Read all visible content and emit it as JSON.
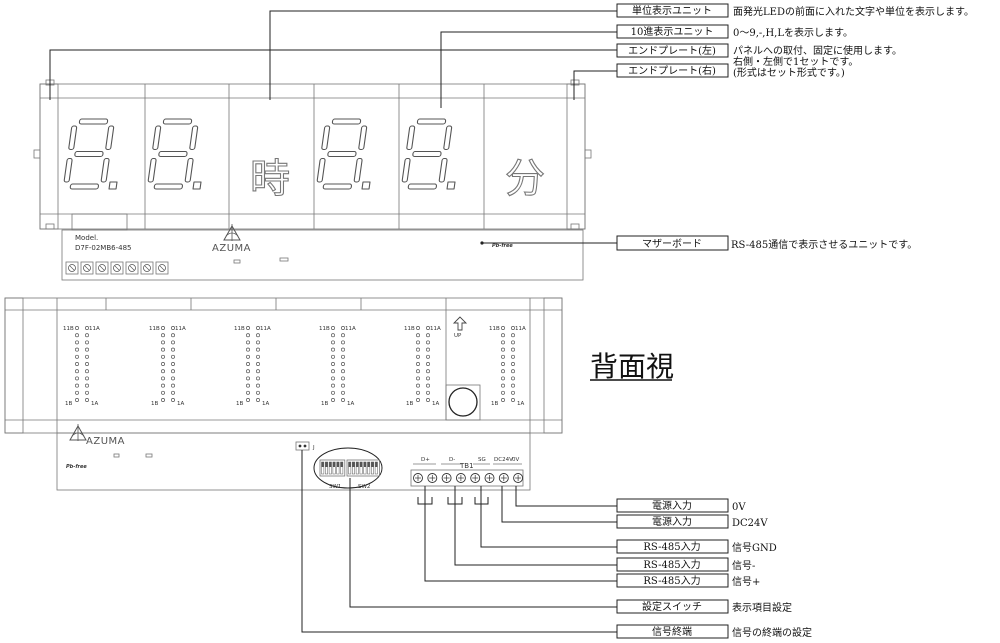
{
  "annotations": {
    "unit_display": {
      "label": "単位表示ユニット",
      "desc": "面発光LEDの前面に入れた文字や単位を表示します。"
    },
    "decimal_display": {
      "label": "10進表示ユニット",
      "desc": "0～9,-,H,Lを表示します。"
    },
    "end_plate_left": {
      "label": "エンドプレート(左)",
      "desc_line1": "パネルへの取付、固定に使用します。",
      "desc_line2": "右側・左側で1セットです。"
    },
    "end_plate_right": {
      "label": "エンドプレート(右)",
      "desc": "(形式はセット形式です。)"
    },
    "motherboard": {
      "label": "マザーボード",
      "desc": "RS-485通信で表示させるユニットです。"
    }
  },
  "front_view": {
    "unit_chars": [
      "時",
      "分"
    ],
    "model_label": "Model.",
    "model_number": "D7F-02MB6-485",
    "logo": "AZUMA",
    "pb_free": "Pb-free"
  },
  "rear_view": {
    "title": "背面視",
    "up_label": "UP",
    "logo": "AZUMA",
    "pb_free": "Pb-free",
    "pin_top_left": "11B",
    "pin_top_right": "11A",
    "pin_bottom_left": "1B",
    "pin_bottom_right": "1A",
    "terminal_labels": [
      "D+",
      "D-",
      "SG",
      "DC24V",
      "0V"
    ],
    "tb1_label": "TB1",
    "sw1_label": "SW1",
    "sw2_label": "SW2",
    "j_label": "J"
  },
  "terminals": [
    {
      "label": "電源入力",
      "desc": "0V"
    },
    {
      "label": "電源入力",
      "desc": "DC24V"
    },
    {
      "label": "RS-485入力",
      "desc": "信号GND"
    },
    {
      "label": "RS-485入力",
      "desc": "信号-"
    },
    {
      "label": "RS-485入力",
      "desc": "信号+"
    },
    {
      "label": "設定スイッチ",
      "desc": "表示項目設定"
    },
    {
      "label": "信号終端",
      "desc": "信号の終端の設定"
    }
  ]
}
